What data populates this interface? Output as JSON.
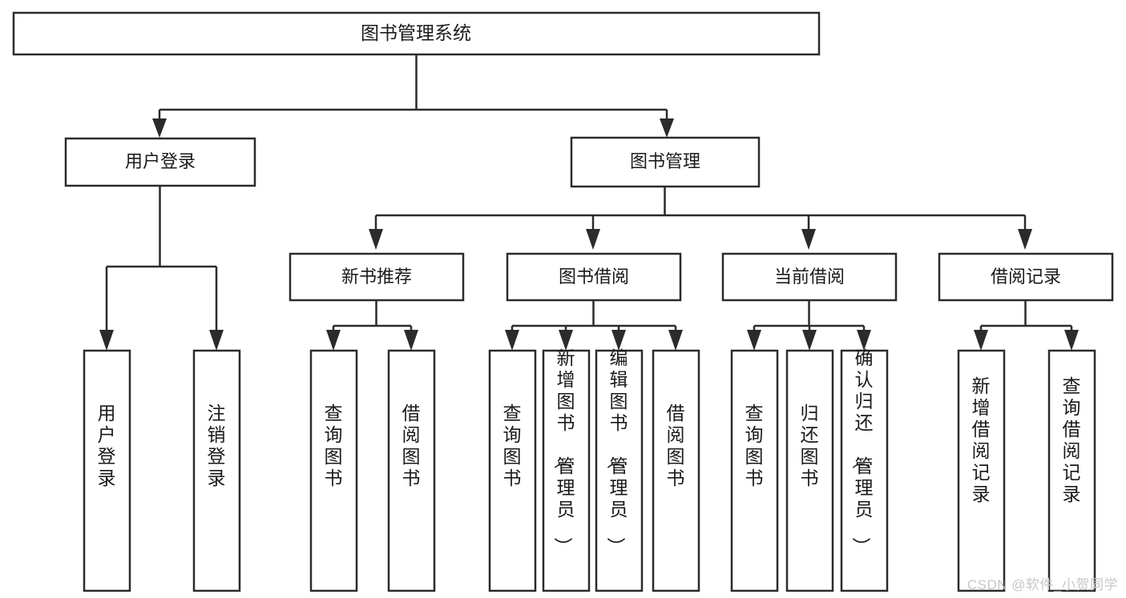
{
  "diagram": {
    "type": "tree",
    "title_node": {
      "label": "图书管理系统"
    },
    "watermark": "CSDN @软件_小贺同学",
    "level1": [
      {
        "label": "用户登录"
      },
      {
        "label": "图书管理"
      }
    ],
    "level2": [
      {
        "label": "新书推荐"
      },
      {
        "label": "图书借阅"
      },
      {
        "label": "当前借阅"
      },
      {
        "label": "借阅记录"
      }
    ],
    "leaves": {
      "user_login": [
        {
          "label": "用户登录"
        },
        {
          "label": "注销登录"
        }
      ],
      "new_book_recommend": [
        {
          "label": "查询图书"
        },
        {
          "label": "借阅图书"
        }
      ],
      "book_borrow": [
        {
          "label": "查询图书"
        },
        {
          "label": "新增图书（管理员）"
        },
        {
          "label": "编辑图书（管理员）"
        },
        {
          "label": "借阅图书"
        }
      ],
      "current_borrow": [
        {
          "label": "查询图书"
        },
        {
          "label": "归还图书"
        },
        {
          "label": "确认归还（管理员）"
        }
      ],
      "borrow_record": [
        {
          "label": "新增借阅记录"
        },
        {
          "label": "查询借阅记录"
        }
      ]
    },
    "colors": {
      "stroke": "#2b2b2b",
      "fill": "#ffffff",
      "text": "#1a1a1a",
      "watermark": "#c7c7c7"
    }
  }
}
